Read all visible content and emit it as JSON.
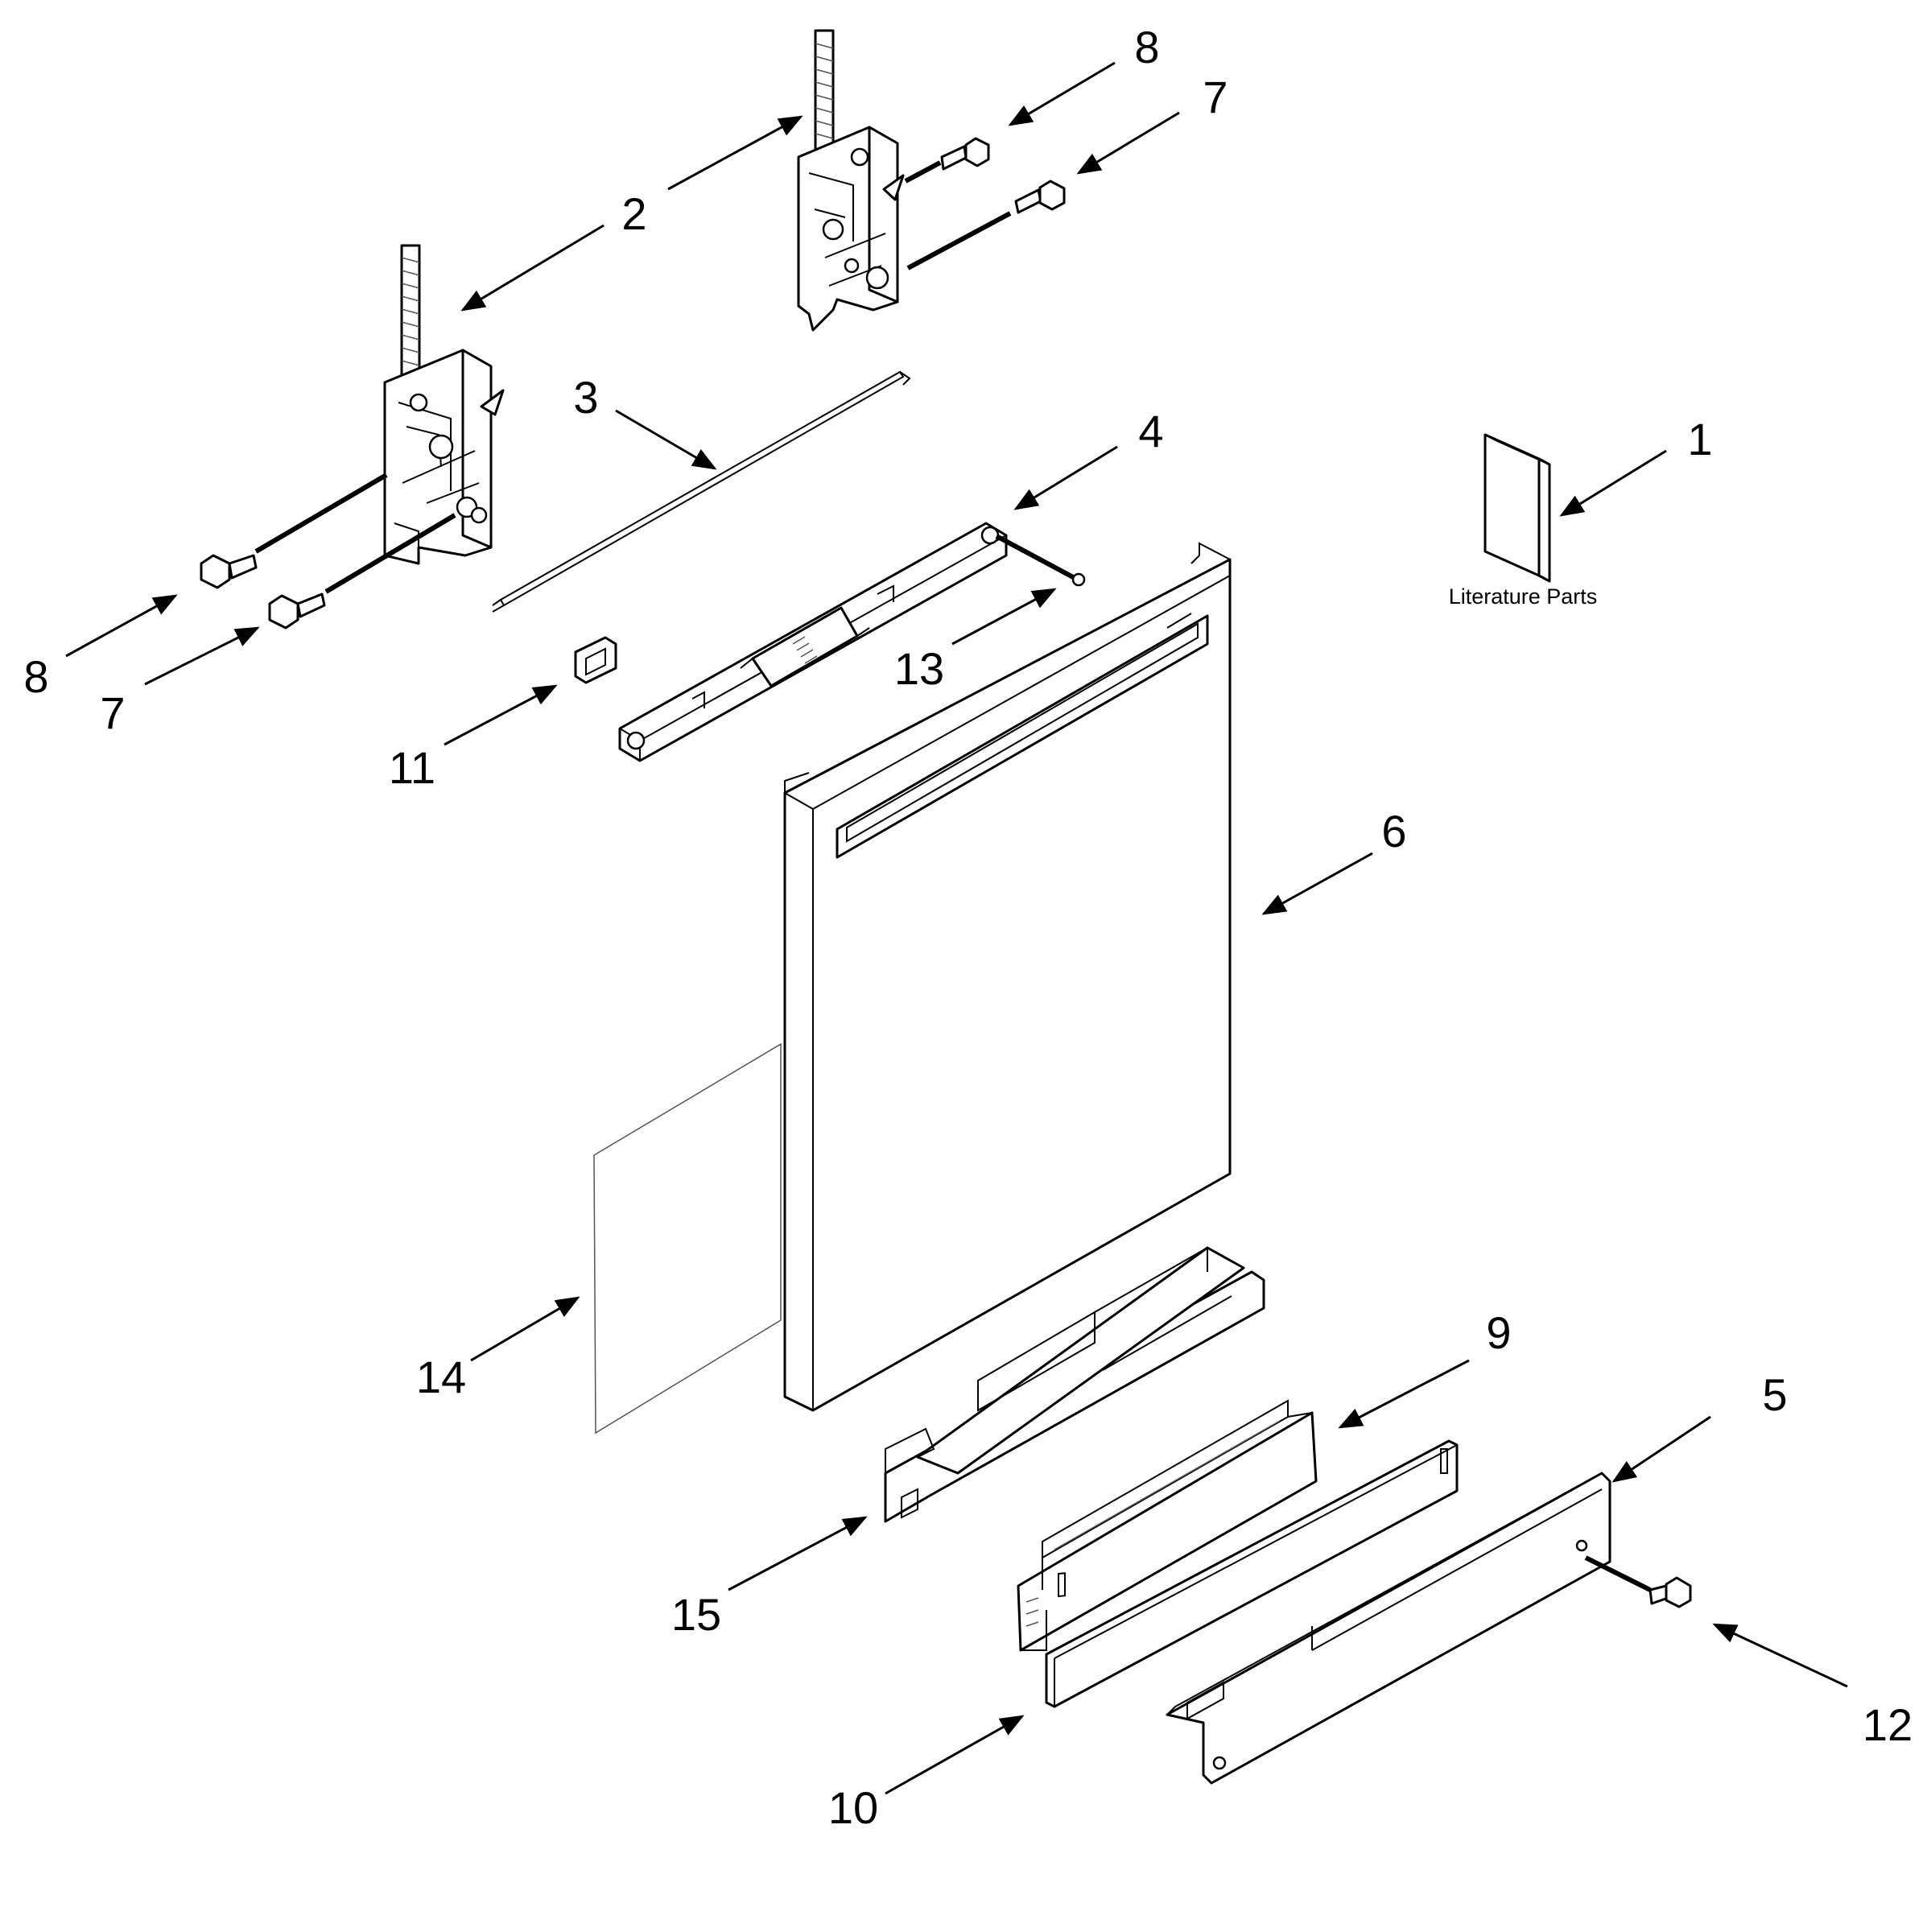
{
  "callouts": [
    {
      "label": "1"
    },
    {
      "label": "2"
    },
    {
      "label": "3"
    },
    {
      "label": "4"
    },
    {
      "label": "5"
    },
    {
      "label": "6"
    },
    {
      "label": "7"
    },
    {
      "label": "7"
    },
    {
      "label": "8"
    },
    {
      "label": "8"
    },
    {
      "label": "9"
    },
    {
      "label": "10"
    },
    {
      "label": "11"
    },
    {
      "label": "12"
    },
    {
      "label": "13"
    },
    {
      "label": "14"
    },
    {
      "label": "15"
    }
  ],
  "literature": {
    "caption": "Literature Parts"
  },
  "colors": {
    "line": "#000000",
    "background": "#ffffff"
  }
}
